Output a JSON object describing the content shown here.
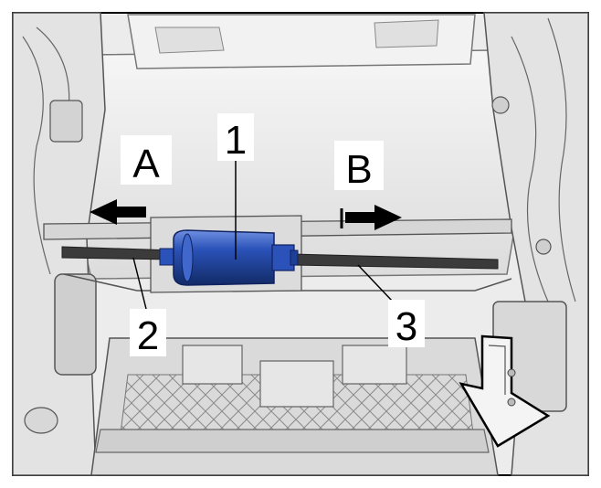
{
  "diagram": {
    "callouts": {
      "c1": "1",
      "c2": "2",
      "c3": "3",
      "cA": "A",
      "cB": "B"
    },
    "colors": {
      "line": "#3a3a3a",
      "part_light": "#e6e6e6",
      "part_mid": "#bdbdbd",
      "motor_blue": "#2a52b8",
      "motor_dark": "#173478",
      "arrow": "#000000"
    },
    "icons": {
      "left-arrow": "arrow-left-icon",
      "right-arrow": "arrow-right-icon",
      "view-arrow": "view-direction-arrow-icon"
    }
  }
}
